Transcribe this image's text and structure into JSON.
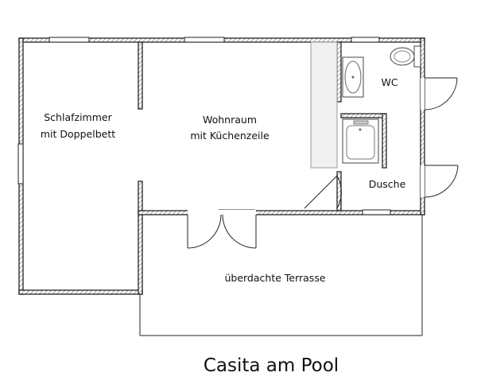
{
  "plan_title": "Casita am Pool",
  "rooms": {
    "bedroom": {
      "line1": "Schlafzimmer",
      "line2": "mit Doppelbett"
    },
    "living": {
      "line1": "Wohnraum",
      "line2": "mit Küchenzeile"
    },
    "wc": {
      "label": "WC"
    },
    "shower": {
      "label": "Dusche"
    },
    "terrace": {
      "label": "überdachte Terrasse"
    }
  }
}
